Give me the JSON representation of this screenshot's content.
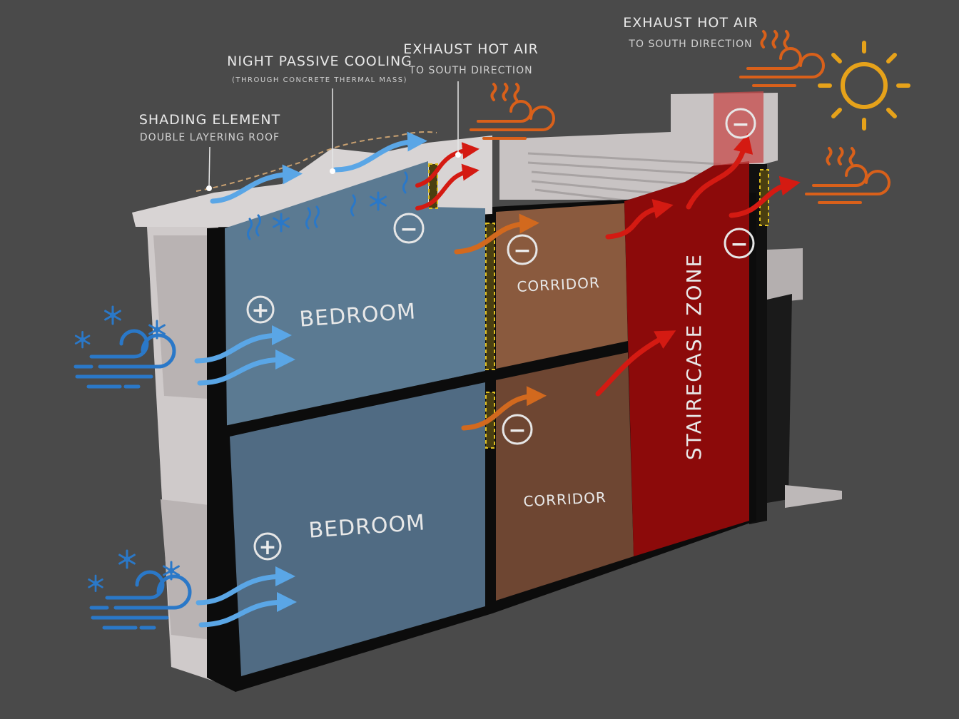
{
  "labels": {
    "shading_title": "SHADING ELEMENT",
    "shading_sub": "DOUBLE LAYERING ROOF",
    "night_title": "NIGHT PASSIVE COOLING",
    "night_sub": "(THROUGH CONCRETE THERMAL MASS)",
    "exhaust1_title": "EXHAUST HOT AIR",
    "exhaust1_sub": "TO SOUTH DIRECTION",
    "exhaust2_title": "EXHAUST HOT AIR",
    "exhaust2_sub": "TO SOUTH DIRECTION"
  },
  "rooms": {
    "bedroom_upper": "BEDROOM",
    "bedroom_lower": "BEDROOM",
    "corridor_upper": "CORRIDOR",
    "corridor_lower": "CORRIDOR",
    "staircase": "STAIRECASE ZONE"
  },
  "pressure": {
    "plus": "+",
    "minus": "−"
  },
  "icons": {
    "cold_wind": "cold-wind-icon",
    "hot_wind": "hot-wind-icon",
    "sun": "sun-icon",
    "snowflake": "snowflake-icon"
  },
  "colors": {
    "cool_zone": "#5b7a92",
    "corridor_zone": "#8a5a3e",
    "hot_zone": "#8c0a0a",
    "cool_arrow": "#5aa6e6",
    "hot_arrow": "#d41a12",
    "warm_arrow": "#d2691e",
    "sun": "#e6a21a",
    "cold_icon": "#2a78c8",
    "hot_icon": "#d9601a"
  }
}
